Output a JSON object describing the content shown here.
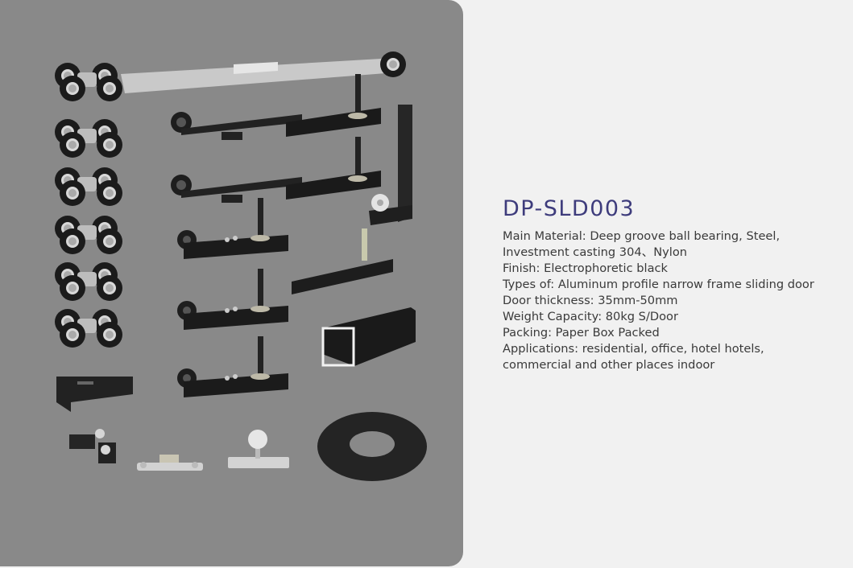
{
  "product": {
    "model": "DP-SLD003",
    "spec_lines": [
      "Main Material: Deep groove ball bearing, Steel,",
      "Investment casting 304、Nylon",
      "Finish: Electrophoretic black",
      "Types of: Aluminum profile narrow frame sliding door",
      "Door thickness: 35mm-50mm",
      "Weight Capacity: 80kg S/Door",
      "Packing: Paper Box Packed",
      "Applications: residential, office, hotel hotels,",
      "commercial and other places indoor"
    ]
  },
  "image_panel": {
    "background": "#898989",
    "components": [
      "roller-carriage-with-link-bar",
      "roller-carriage",
      "soft-close-damper",
      "guide-bracket",
      "floor-guide",
      "aluminum-track-profile",
      "timing-belt-coil",
      "end-stop",
      "door-stopper",
      "floor-roller-guide"
    ]
  },
  "colors": {
    "title": "#3e3c7c",
    "body_text": "#3a3a3a",
    "page_bg": "#f1f1f1"
  }
}
